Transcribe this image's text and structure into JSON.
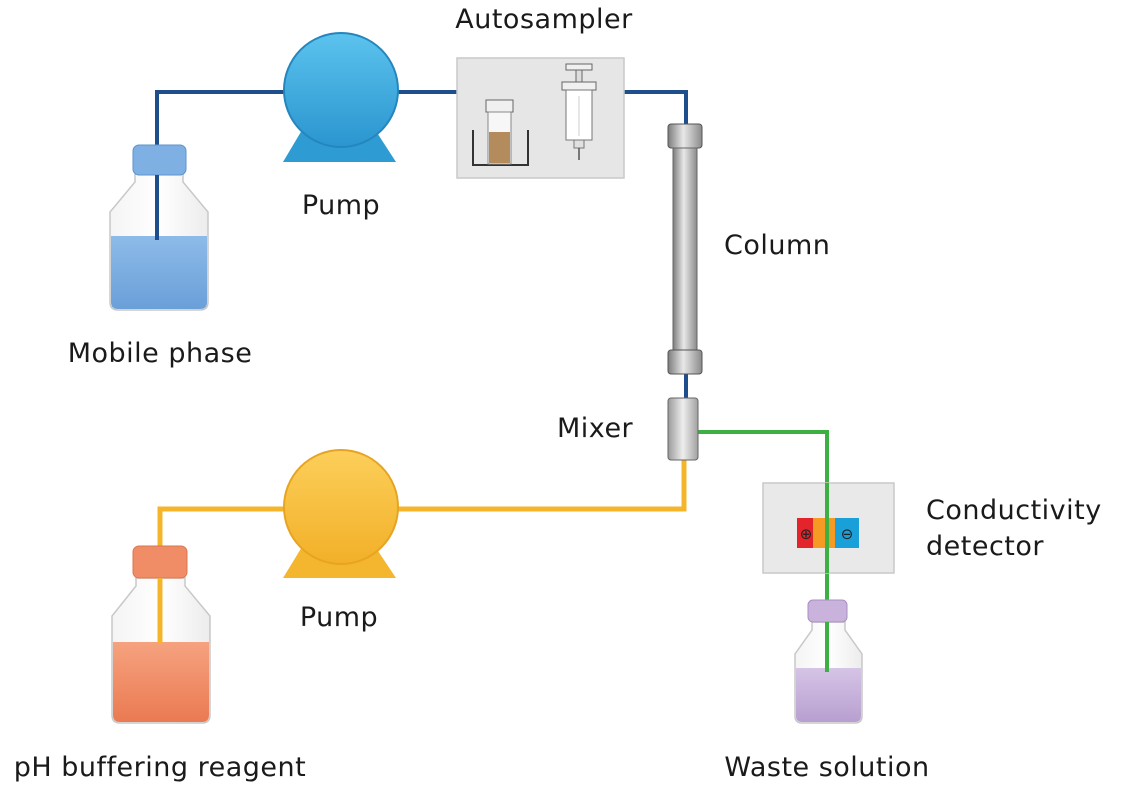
{
  "labels": {
    "autosampler": "Autosampler",
    "pump_top": "Pump",
    "column": "Column",
    "mobile_phase": "Mobile phase",
    "mixer": "Mixer",
    "conductivity_line1": "Conductivity",
    "conductivity_line2": "detector",
    "pump_bottom": "Pump",
    "ph_reagent": "pH buffering reagent",
    "waste": "Waste solution"
  },
  "electrode_symbols": {
    "positive": "⊕",
    "negative": "⊖"
  },
  "colors": {
    "mobile_line": "#1f4e8c",
    "reagent_line": "#f5b52a",
    "waste_line": "#3cb043",
    "pump_blue": "#3aa7dc",
    "pump_yellow": "#f8bf3c",
    "mobile_liquid": "#7fb0e3",
    "reagent_liquid": "#f08d66",
    "waste_liquid": "#c9b3dc"
  },
  "icons": [
    "pump-icon",
    "bottle-icon",
    "column-icon",
    "syringe-icon",
    "vial-icon",
    "mixer-icon",
    "detector-icon"
  ]
}
